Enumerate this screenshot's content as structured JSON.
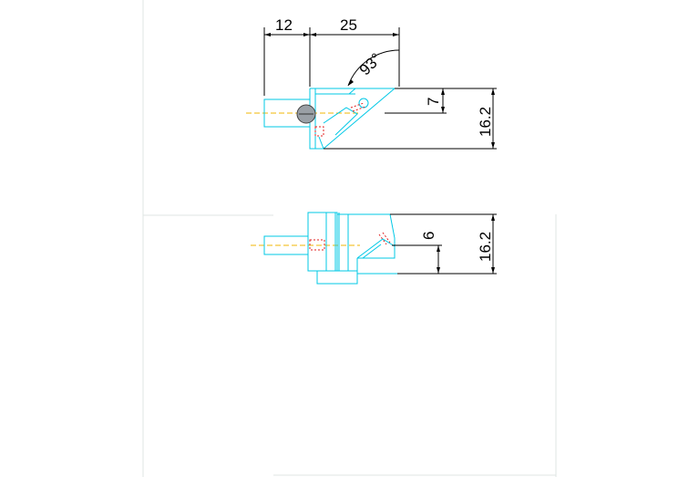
{
  "drawing": {
    "top_view": {
      "dim_shank_length": "12",
      "dim_head_length": "25",
      "dim_angle": "93°",
      "dim_offset": "7",
      "dim_height": "16.2"
    },
    "side_view": {
      "dim_offset": "6",
      "dim_height": "16.2"
    }
  },
  "colors": {
    "outline": "#00c8e6",
    "dimension": "#000000",
    "centerline": "#f2b705",
    "hidden": "#e02020",
    "sheet_border": "#dfe6e3"
  }
}
